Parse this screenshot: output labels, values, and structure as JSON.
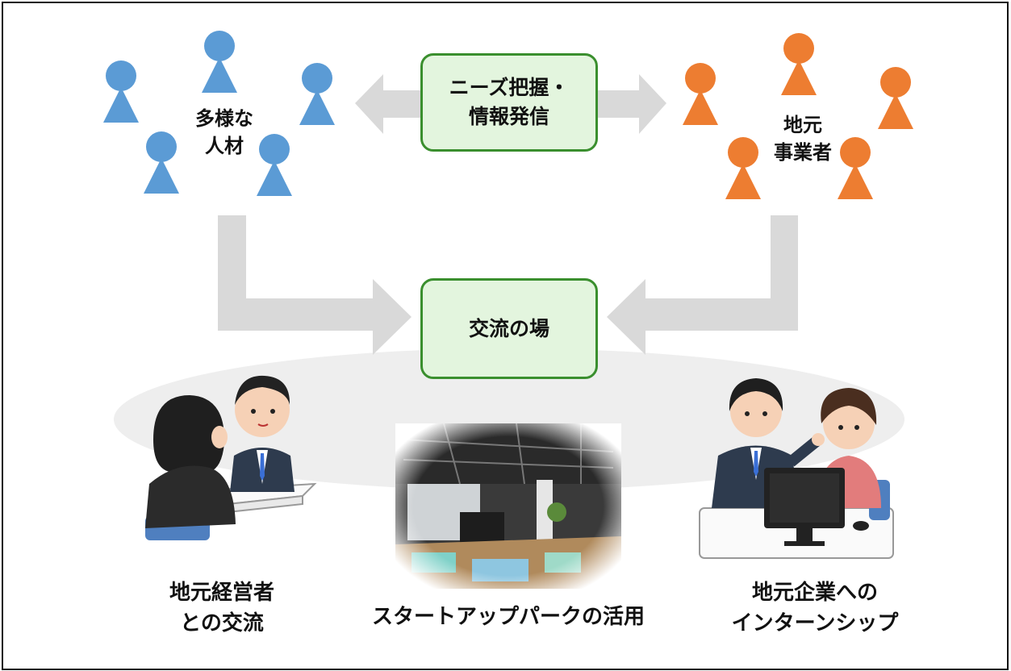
{
  "boxes": {
    "needs": [
      "ニーズ把握・",
      "情報発信"
    ],
    "exchange": "交流の場"
  },
  "groups": {
    "left": {
      "label": [
        "多様な",
        "人材"
      ],
      "color": "#5b9bd5"
    },
    "right": {
      "label": [
        "地元",
        "事業者"
      ],
      "color": "#ed7d31"
    }
  },
  "bottom": {
    "left": [
      "地元経営者",
      "との交流"
    ],
    "center": "スタートアップパークの活用",
    "right": [
      "地元企業への",
      "インターンシップ"
    ]
  },
  "colors": {
    "box_fill": "#e3f5de",
    "box_border": "#3a8f2e",
    "arrow": "#d9d9d9",
    "ellipse": "#eeeeee"
  }
}
